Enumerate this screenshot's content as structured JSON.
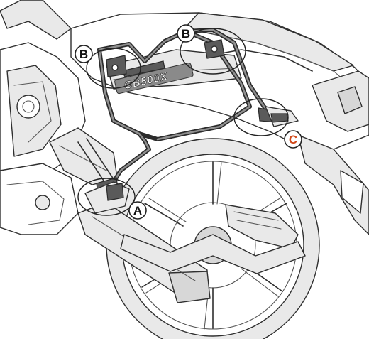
{
  "labels": {
    "a": "A",
    "b_left": "B",
    "b_right": "B",
    "c": "C"
  },
  "model_badge": "CB500X"
}
